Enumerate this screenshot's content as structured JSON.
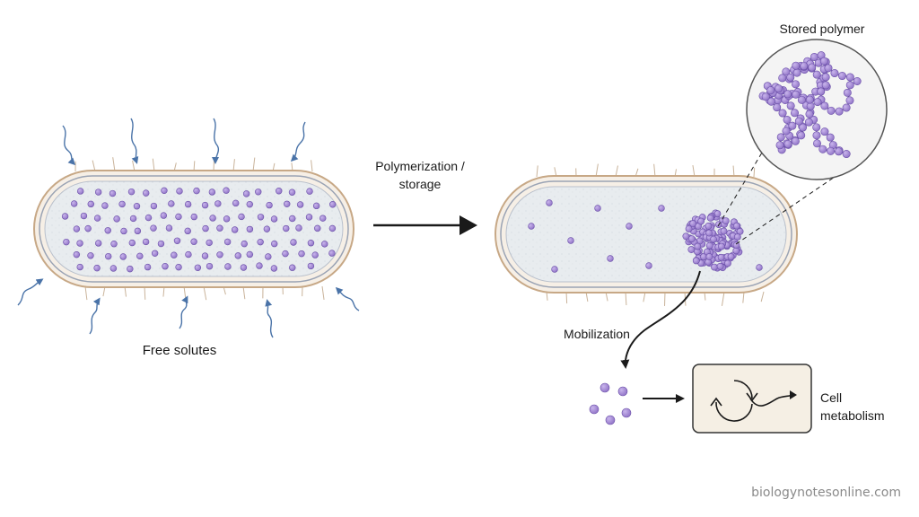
{
  "labels": {
    "free_solutes": "Free solutes",
    "polymerization_line1": "Polymerization /",
    "polymerization_line2": "storage",
    "stored_polymer": "Stored polymer",
    "mobilization": "Mobilization",
    "cell_line1": "Cell",
    "cell_line2": "metabolism"
  },
  "watermark": "biologynotesonline.com",
  "icons": {
    "influx": "wavy-arrow-icon",
    "cycle": "cycle-arrows-icon"
  },
  "colors": {
    "solute": "#9a7fcf",
    "solute_stroke": "#6a4fa8",
    "cytoplasm": "#e6eaee",
    "cell_wall": "#d8b99a",
    "influx_arrow": "#4a73a8",
    "metabolism_box": "#f5efe4"
  }
}
